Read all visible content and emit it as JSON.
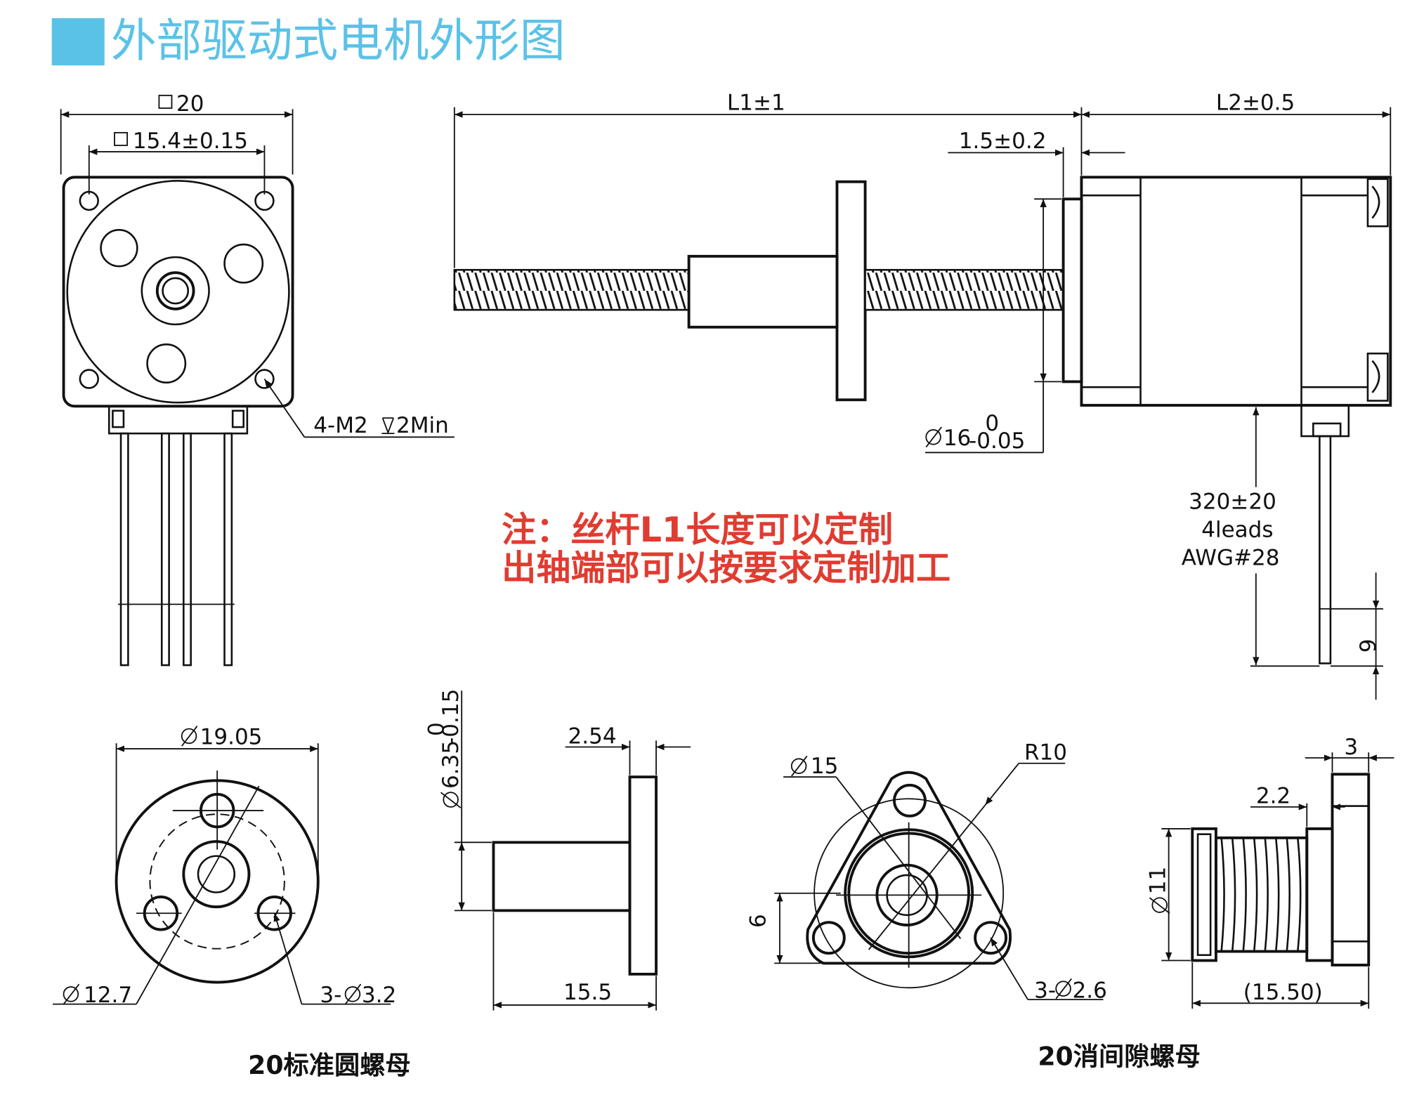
{
  "header": {
    "title": "外部驱动式电机外形图",
    "accent_color": "#5bc2e7"
  },
  "note": {
    "line1": "注：丝杆L1长度可以定制",
    "line2": "出轴端部可以按要求定制加工",
    "color": "#e03c31"
  },
  "front_view": {
    "outer_square": "20",
    "hole_spacing": "15.4±0.15",
    "mount_holes": "4-M2",
    "hole_depth": "2Min"
  },
  "side_view": {
    "screw_length": "L1±1",
    "motor_length": "L2±0.5",
    "shaft_offset": "1.5±0.2",
    "boss_diameter": "16",
    "boss_tol_upper": "0",
    "boss_tol_lower": "-0.05",
    "lead_length": "320±20",
    "lead_count": "4leads",
    "wire_gauge": "AWG#28",
    "strip_length": "6"
  },
  "std_nut": {
    "flange_diameter": "19.05",
    "pcd": "12.7",
    "holes": "3-",
    "hole_diameter": "3.2",
    "body_diameter": "6.35",
    "body_tol_upper": "0",
    "body_tol_lower": "-0.15",
    "flange_thickness": "2.54",
    "length": "15.5",
    "caption": "20标准圆螺母"
  },
  "anti_backlash_nut": {
    "body_diameter": "15",
    "radius": "R10",
    "holes": "3-",
    "hole_diameter": "2.6",
    "offset": "6",
    "flange_thickness": "3",
    "spring_gap": "2.2",
    "outer_diameter": "11",
    "length": "(15.50)",
    "caption": "20消间隙螺母"
  }
}
